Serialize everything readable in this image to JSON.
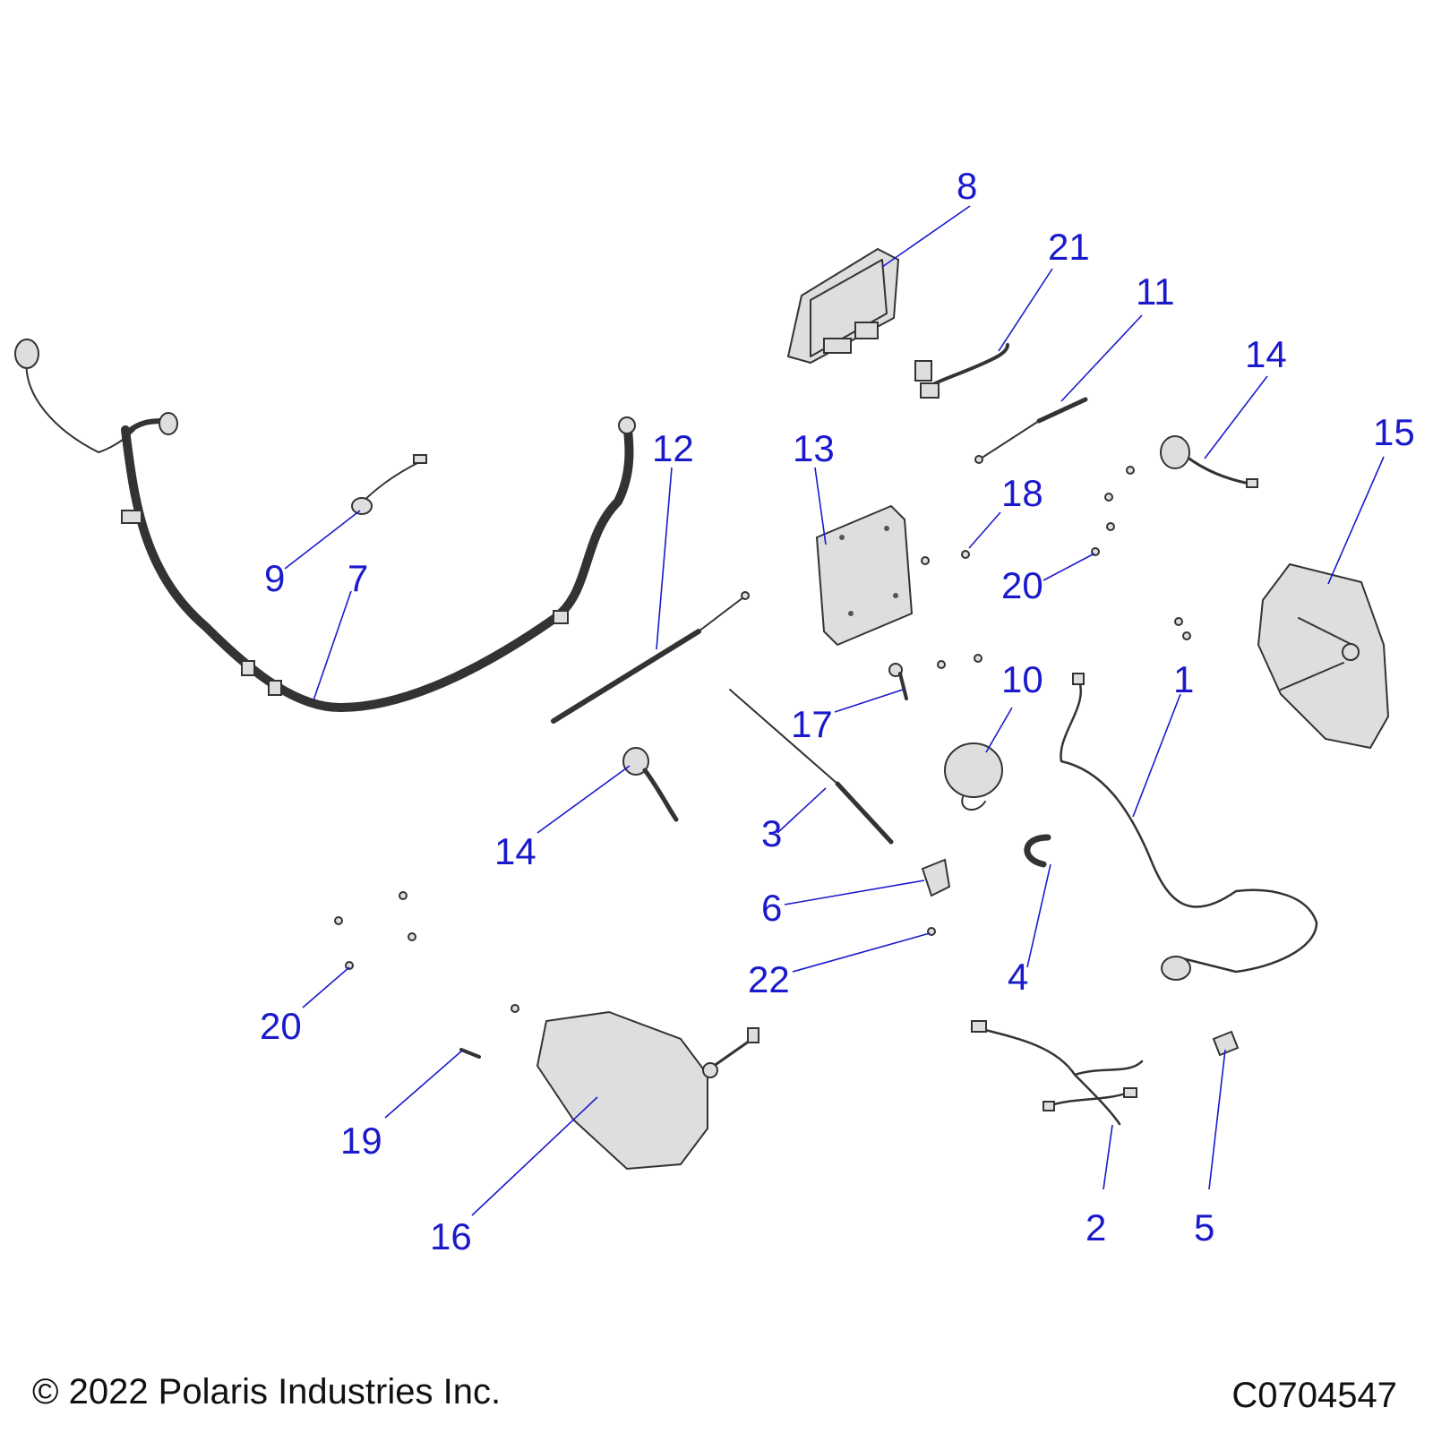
{
  "diagram": {
    "callouts": [
      {
        "id": "c1",
        "label": "1"
      },
      {
        "id": "c2",
        "label": "2"
      },
      {
        "id": "c3",
        "label": "3"
      },
      {
        "id": "c4",
        "label": "4"
      },
      {
        "id": "c5",
        "label": "5"
      },
      {
        "id": "c6",
        "label": "6"
      },
      {
        "id": "c7",
        "label": "7"
      },
      {
        "id": "c8",
        "label": "8"
      },
      {
        "id": "c9",
        "label": "9"
      },
      {
        "id": "c10",
        "label": "10"
      },
      {
        "id": "c11",
        "label": "11"
      },
      {
        "id": "c12",
        "label": "12"
      },
      {
        "id": "c13",
        "label": "13"
      },
      {
        "id": "c14a",
        "label": "14"
      },
      {
        "id": "c14b",
        "label": "14"
      },
      {
        "id": "c15",
        "label": "15"
      },
      {
        "id": "c16",
        "label": "16"
      },
      {
        "id": "c17",
        "label": "17"
      },
      {
        "id": "c18",
        "label": "18"
      },
      {
        "id": "c19",
        "label": "19"
      },
      {
        "id": "c20a",
        "label": "20"
      },
      {
        "id": "c20b",
        "label": "20"
      },
      {
        "id": "c21",
        "label": "21"
      },
      {
        "id": "c22",
        "label": "22"
      }
    ],
    "callout_color": "#1a1acc"
  },
  "footer": {
    "copyright": "© 2022 Polaris Industries Inc.",
    "code": "C0704547"
  }
}
